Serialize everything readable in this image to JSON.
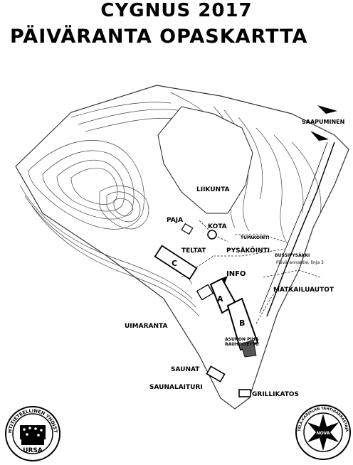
{
  "title_line1": "CYGNUS 2017",
  "title_line2": "PÄIVÄRANTA OPASKARTTA",
  "labels": {
    "saapuminen": "SAAPUMINEN",
    "liikunta": "LIIKUNTA",
    "paja": "PAJA",
    "kota": "KOTA",
    "tupakointi": "TUPAKOINTI",
    "teltat": "TELTAT",
    "pysakointi": "PYSÄKÖINTI",
    "bussipysakki": "BUSSIPYSÄKKI",
    "bussi_route": "Päivärannantie, linja 3",
    "info": "INFO",
    "matkailuautot": "MATKAILUAUTOT",
    "uimaranta": "UIMARANTA",
    "asunon_piha": "ASUNON PIHA",
    "rauhoitettu": "RAUHOITETTU",
    "saunat": "SAUNAT",
    "saunalaituri": "SAUNALAITURI",
    "grillikatos": "GRILLIKATOS",
    "building_a": "A",
    "building_b": "B",
    "building_c": "C",
    "nova_tag": "NOVA"
  },
  "logos": {
    "ursa": {
      "ring_text": "TÄHTITIETEELLINEN YHDISTYS",
      "name": "URSA"
    },
    "nova": {
      "ring_text": "ETELÄ-KARJALAN TÄHTIHARRASTAJAT",
      "name": "NOVA"
    }
  }
}
